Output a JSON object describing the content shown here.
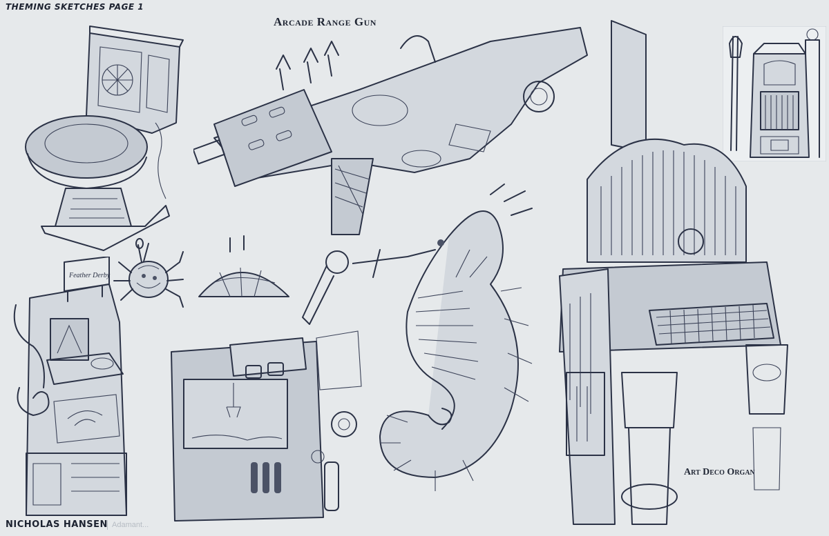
{
  "sheet": {
    "page_title": "THEMING SKETCHES PAGE 1",
    "artist": "NICHOLAS HANSEN",
    "watermark": "Adamant...",
    "background_color": "#e6e9eb",
    "ink_color": "#2b3246"
  },
  "labels": {
    "gun": "Arcade Range Gun",
    "organ": "Art Deco Organ",
    "derby_sign": "Feather Derby"
  },
  "sketches": [
    {
      "subject": "toilet",
      "icon": "toilet-sketch"
    },
    {
      "subject": "arcade range gun",
      "icon": "gun-sketch"
    },
    {
      "subject": "organ",
      "icon": "organ-sketch"
    },
    {
      "subject": "booth",
      "icon": "booth-sketch"
    },
    {
      "subject": "crab",
      "icon": "crab-sketch"
    },
    {
      "subject": "derby cabinet",
      "icon": "derby-cabinet-sketch"
    },
    {
      "subject": "claw machine",
      "icon": "claw-machine-sketch"
    },
    {
      "subject": "seahorse",
      "icon": "seahorse-sketch"
    }
  ]
}
